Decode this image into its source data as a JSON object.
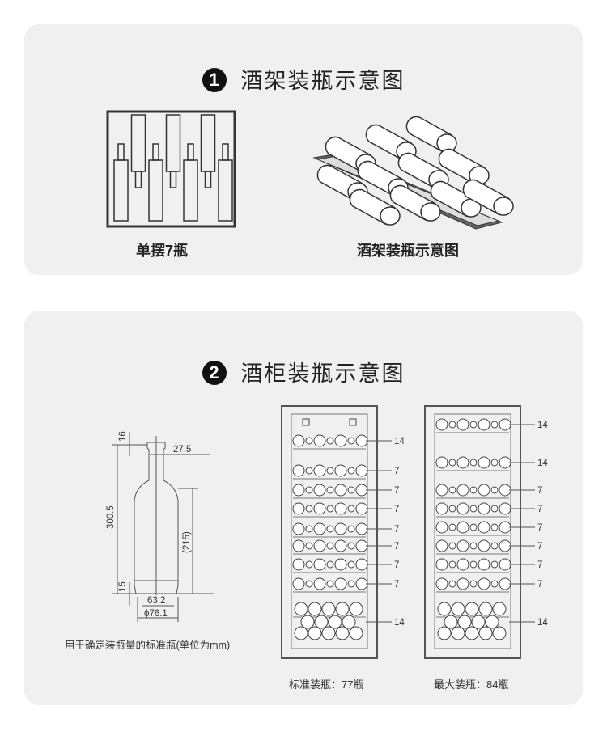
{
  "section1": {
    "number": "1",
    "title": "酒架装瓶示意图",
    "left_caption": "单摆7瓶",
    "right_caption": "酒架装瓶示意图"
  },
  "section2": {
    "number": "2",
    "title": "酒柜装瓶示意图",
    "bottle": {
      "dims": {
        "neck_top": "16",
        "neck_width": "27.5",
        "height": "300.5",
        "body_height": "(215)",
        "base": "15",
        "base_width": "63.2",
        "diameter": "ϕ76.1"
      },
      "caption": "用于确定装瓶量的标准瓶(单位为mm)"
    },
    "cabinet_standard": {
      "shelf_counts": [
        "14",
        "7",
        "7",
        "7",
        "7",
        "7",
        "7",
        "7",
        "14"
      ],
      "caption": "标准装瓶：77瓶"
    },
    "cabinet_max": {
      "shelf_counts": [
        "14",
        "14",
        "7",
        "7",
        "7",
        "7",
        "7",
        "7",
        "14"
      ],
      "caption": "最大装瓶：84瓶"
    }
  },
  "colors": {
    "panel": "#f0f0f0",
    "badge": "#111111",
    "line": "#555555"
  }
}
